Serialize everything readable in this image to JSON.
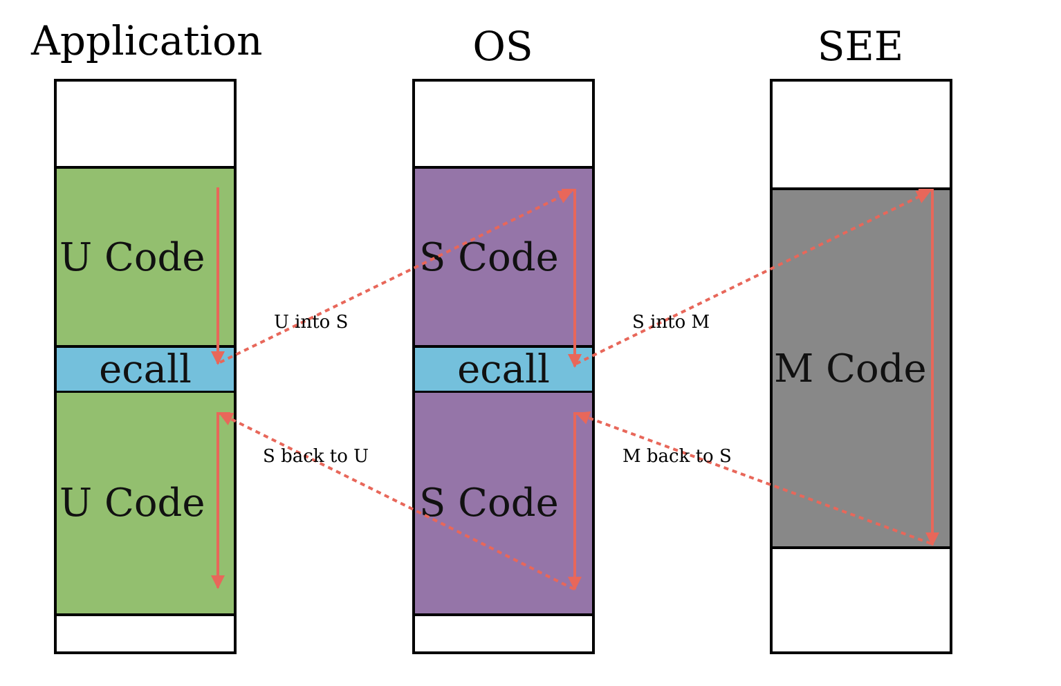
{
  "titles": {
    "application": "Application",
    "os": "OS",
    "see": "SEE"
  },
  "application": {
    "code_top": "U Code",
    "ecall": "ecall",
    "code_bottom": "U Code"
  },
  "os": {
    "code_top": "S Code",
    "ecall": "ecall",
    "code_bottom": "S Code"
  },
  "see": {
    "code": "M Code"
  },
  "transitions": {
    "u_into_s": "U into S",
    "s_back_to_u": "S back to U",
    "s_into_m": "S into M",
    "m_back_to_s": "M back to S"
  },
  "colors": {
    "user_mode": "#93bf6f",
    "supervisor_mode": "#9575a8",
    "machine_mode": "#888888",
    "ecall": "#74c0dc",
    "arrow": "#e8675a"
  }
}
